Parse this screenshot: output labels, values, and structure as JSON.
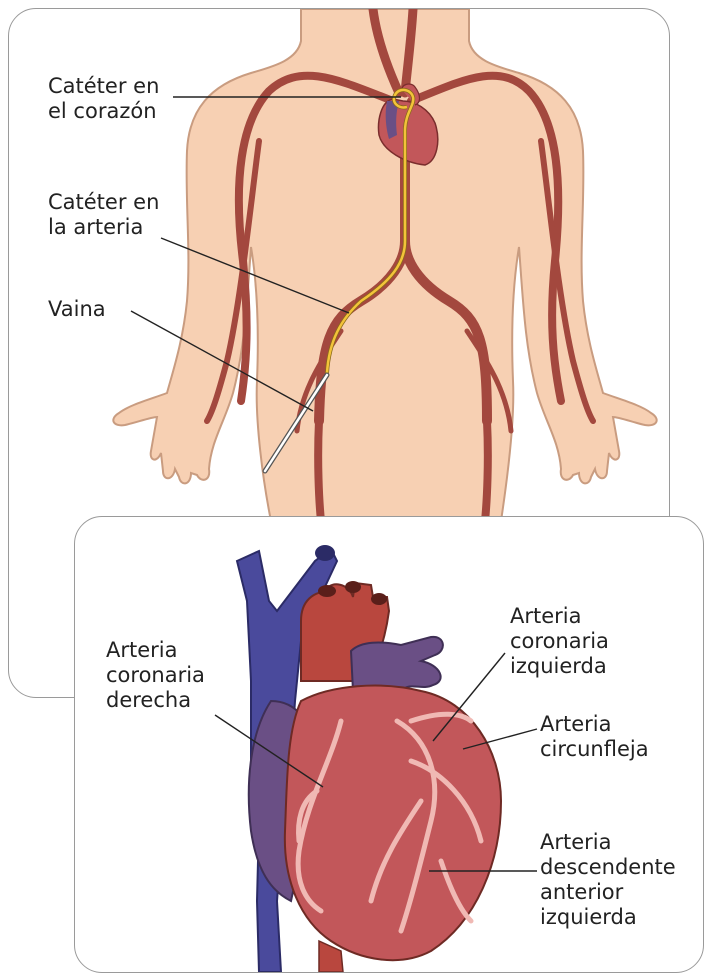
{
  "top_panel": {
    "labels": {
      "catheter_heart": [
        "Catéter en",
        "el corazón"
      ],
      "catheter_artery": [
        "Catéter en",
        "la arteria"
      ],
      "sheath": "Vaina"
    }
  },
  "bottom_panel": {
    "labels": {
      "right_coronary": [
        "Arteria",
        "coronaria",
        "derecha"
      ],
      "left_coronary": [
        "Arteria",
        "coronaria",
        "izquierda"
      ],
      "circumflex": [
        "Arteria",
        "circunfleja"
      ],
      "lad": [
        "Arteria",
        "descendente",
        "anterior",
        "izquierda"
      ]
    }
  },
  "colors": {
    "skin": "#f7d0b3",
    "skin_outline": "#c99c80",
    "artery": "#a3483e",
    "catheter": "#f3c33a",
    "vein": "#4a4a9c",
    "heart_muscle": "#c2575a",
    "coronary": "#f0b9b4",
    "panel_border": "#9a9a9a"
  }
}
